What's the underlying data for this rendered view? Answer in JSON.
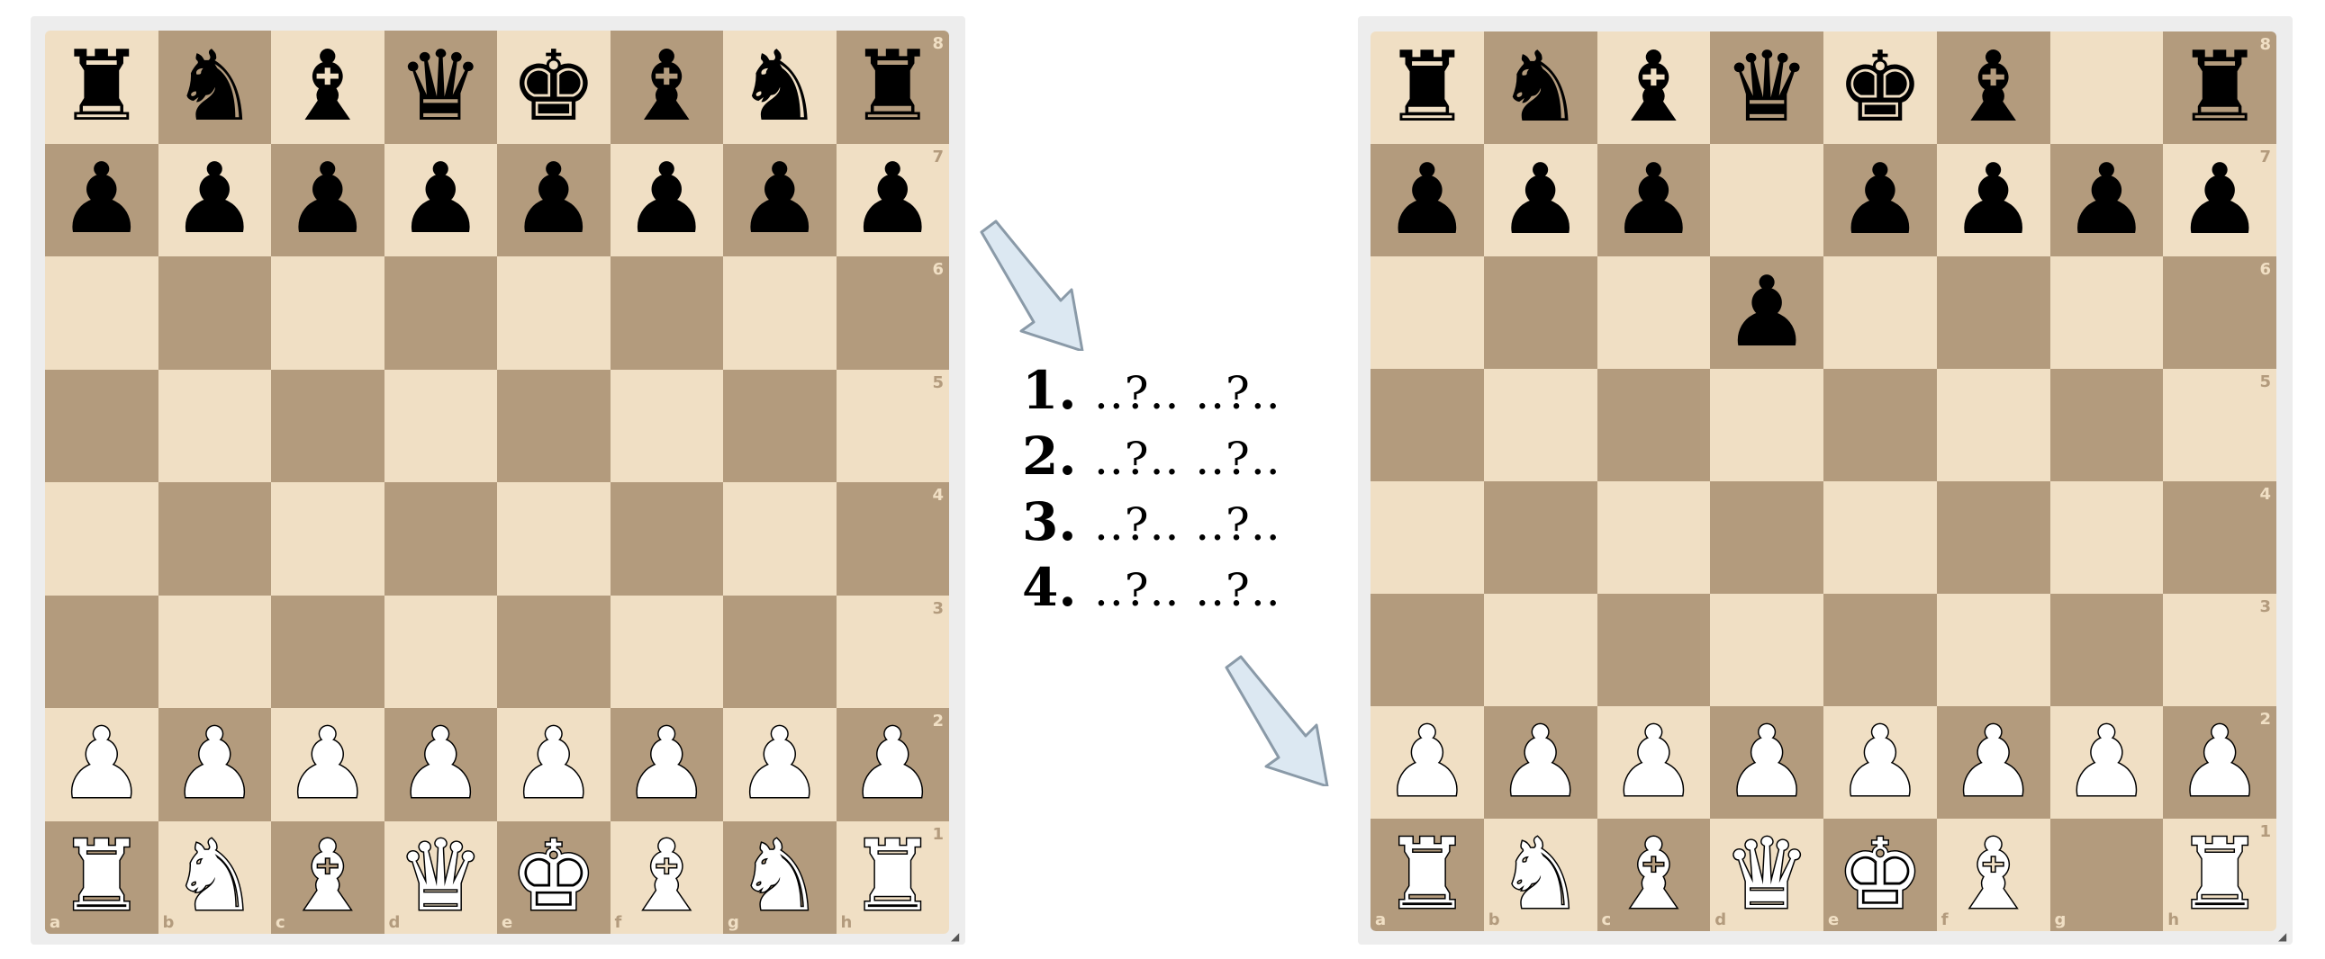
{
  "files": [
    "a",
    "b",
    "c",
    "d",
    "e",
    "f",
    "g",
    "h"
  ],
  "ranks": [
    "8",
    "7",
    "6",
    "5",
    "4",
    "3",
    "2",
    "1"
  ],
  "glyphs": {
    "K": "♚",
    "Q": "♛",
    "R": "♜",
    "B": "♝",
    "N": "♞",
    "P": "♟"
  },
  "piece_names": {
    "K": "king",
    "Q": "queen",
    "R": "rook",
    "B": "bishop",
    "N": "knight",
    "P": "pawn"
  },
  "boards": [
    {
      "id": "left-board",
      "position": [
        "rnbqkbnr",
        "pppppppp",
        "........",
        "........",
        "........",
        "........",
        "PPPPPPPP",
        "RNBQKBNR"
      ]
    },
    {
      "id": "right-board",
      "position": [
        "rnbqkb.r",
        "ppp.pppp",
        "...p....",
        "........",
        "........",
        "........",
        "PPPPPPPP",
        "RNBQKB.R"
      ]
    }
  ],
  "moves": [
    {
      "num": "1.",
      "text": "..?.. ..?.."
    },
    {
      "num": "2.",
      "text": "..?.. ..?.."
    },
    {
      "num": "3.",
      "text": "..?.. ..?.."
    },
    {
      "num": "4.",
      "text": "..?.. ..?.."
    }
  ],
  "colors": {
    "light_square": "#f0dfc4",
    "dark_square": "#b39b7d",
    "arrow_fill": "#dce8f2",
    "arrow_stroke": "#8a9aa8"
  },
  "icons": {
    "arrow": "arrow-down-right-icon",
    "resize": "resize-handle-icon"
  }
}
